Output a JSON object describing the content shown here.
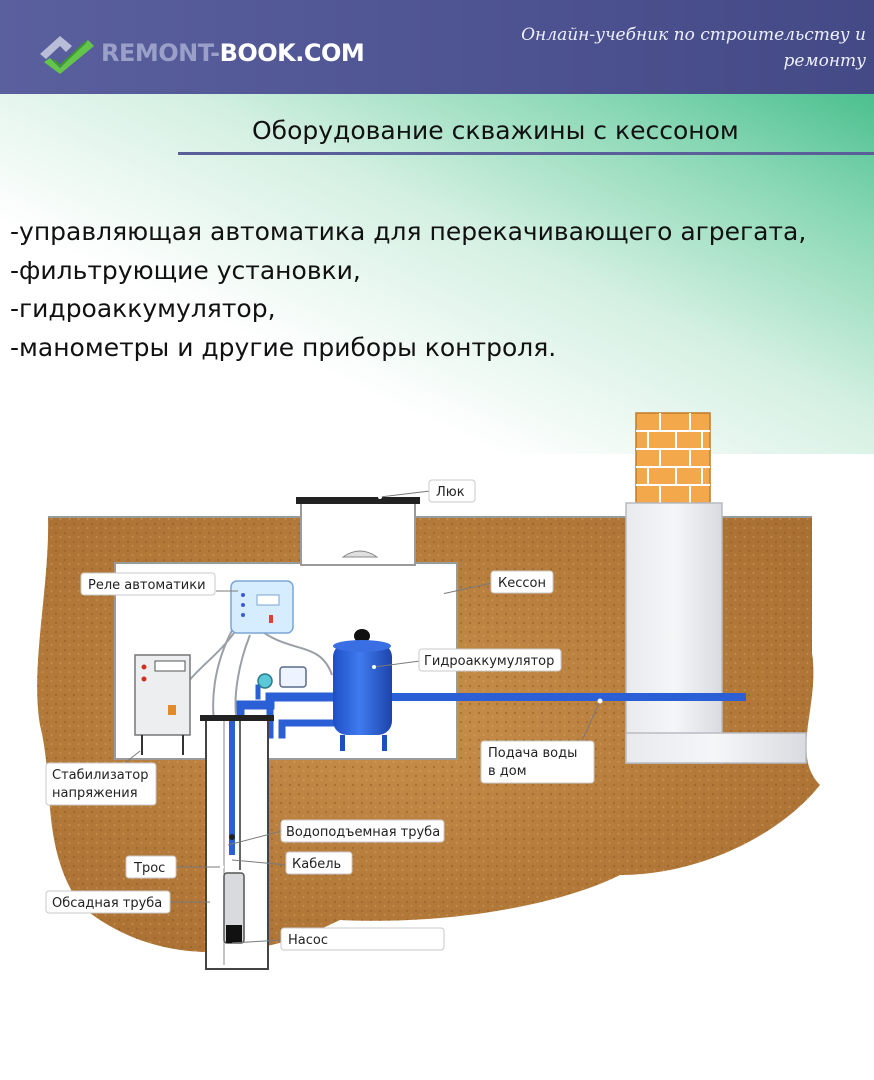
{
  "header": {
    "logo_text_a": "REMONT-",
    "logo_text_b": "BOOK.COM",
    "tagline": "Онлайн-учебник по строительству и ремонту"
  },
  "title": "Оборудование скважины с кессоном",
  "items": [
    "-управляющая автоматика для перекачивающего агрегата,",
    "-фильтрующие установки,",
    "-гидроаккумулятор,",
    "-манометры и другие приборы контроля."
  ],
  "diagram": {
    "labels": {
      "hatch": "Люк",
      "caisson": "Кессон",
      "relay_line1": "Реле автоматики",
      "accumulator": "Гидроаккумулятор",
      "supply_line1": "Подача воды",
      "supply_line2": "в дом",
      "stabilizer_line1": "Стабилизатор",
      "stabilizer_line2": "напряжения",
      "riser_pipe": "Водоподъемная труба",
      "rope": "Трос",
      "cable": "Кабель",
      "casing": "Обсадная труба",
      "pump": "Насос"
    }
  },
  "colors": {
    "header_bg": "#4d5290",
    "accent_green": "#4cc08f",
    "pipe_blue": "#2a5fd6",
    "soil": "#c0894a",
    "brick": "#f0a04a"
  }
}
